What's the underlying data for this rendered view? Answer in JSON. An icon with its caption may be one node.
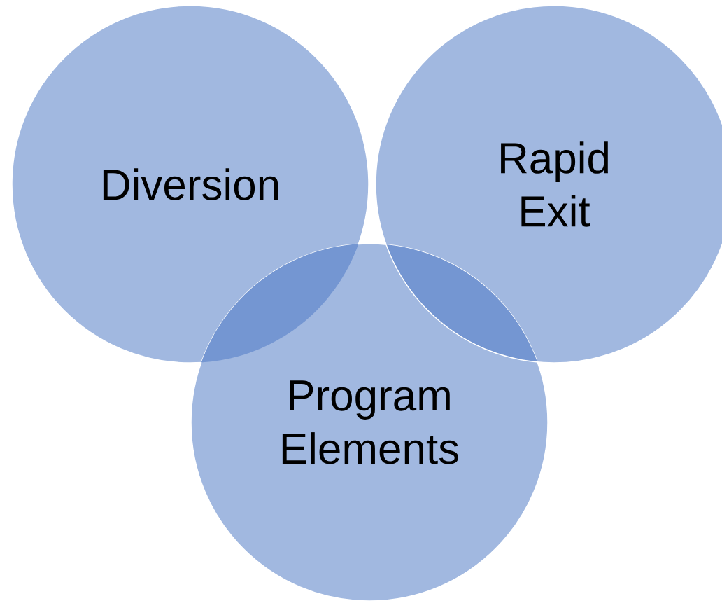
{
  "diagram": {
    "nodes": [
      {
        "text": [
          "Diversion"
        ]
      },
      {
        "text": [
          "Rapid Exit"
        ]
      },
      {
        "text": [
          "Program Elements"
        ]
      }
    ]
  }
}
